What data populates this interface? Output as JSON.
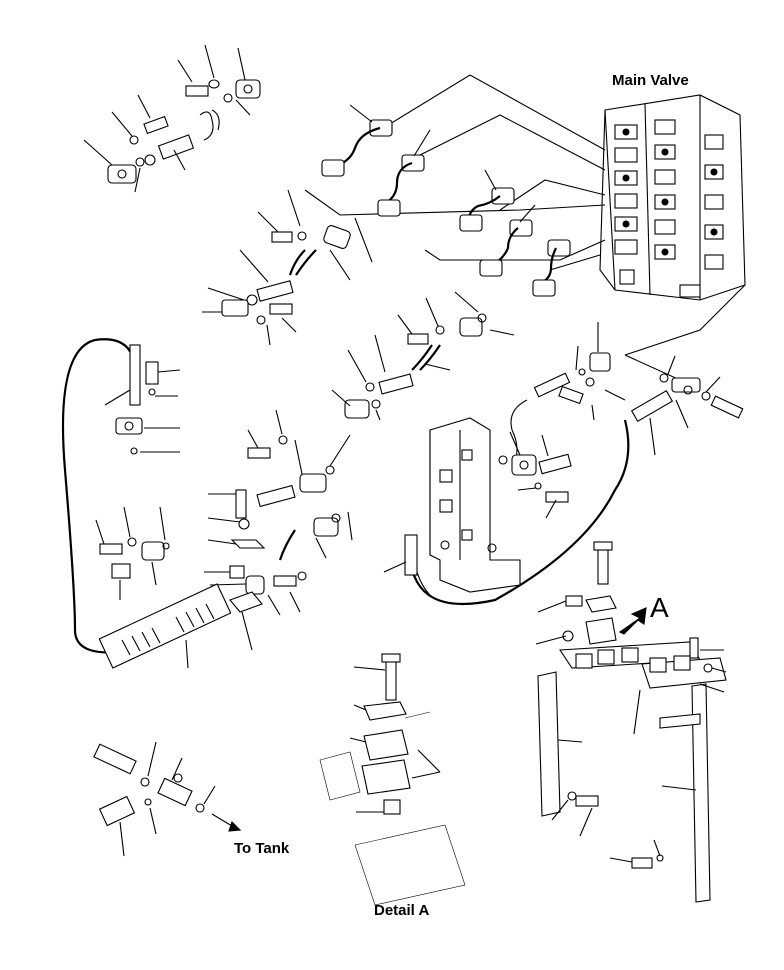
{
  "labels": {
    "main_valve": "Main Valve",
    "to_tank": "To Tank",
    "detail_a": "Detail A",
    "view_a": "A"
  }
}
